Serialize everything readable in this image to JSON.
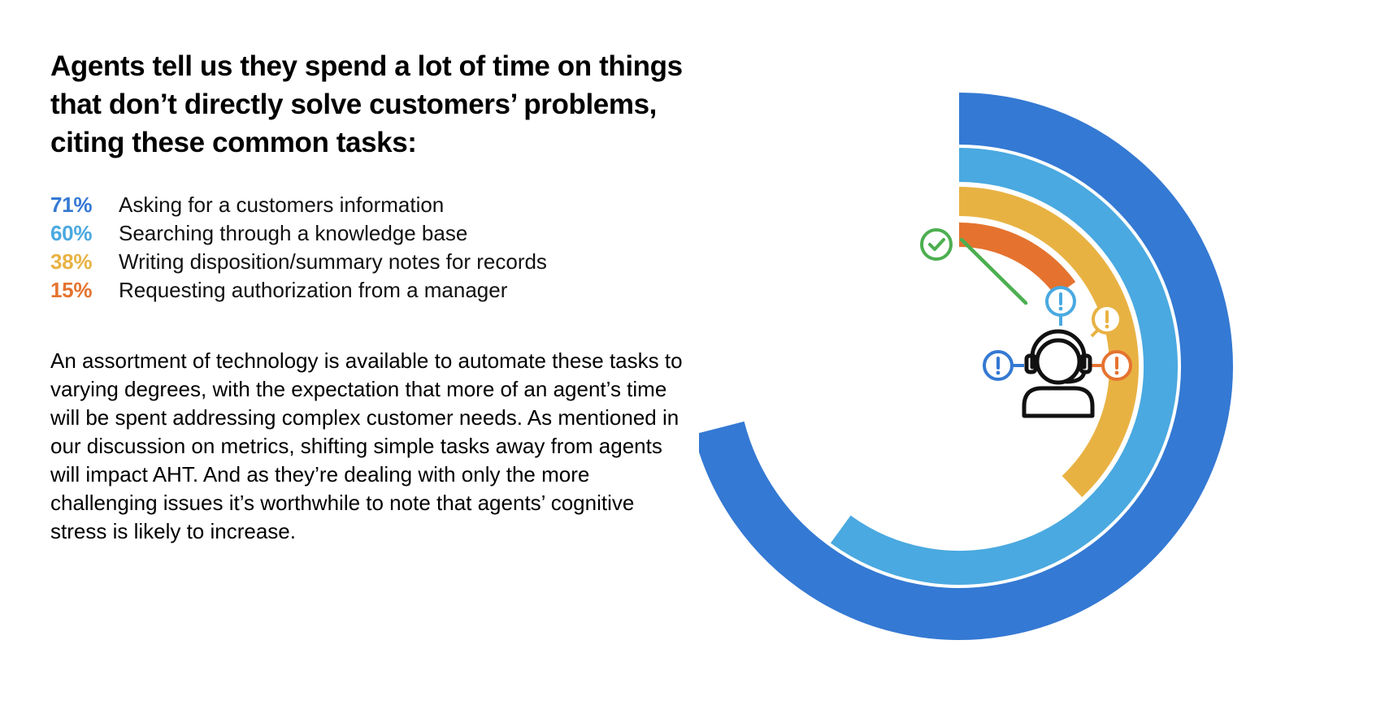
{
  "headline": "Agents tell us they spend a lot of time on things that don’t directly solve customers’ problems, citing these common tasks:",
  "body_text": "An assortment of technology is available to automate these tasks to varying degrees, with the expectation that more of an agent’s time will be spent addressing complex customer needs. As mentioned in our discussion on metrics, shifting simple tasks away from agents will impact AHT. And as they’re dealing with only the more challenging issues it’s worthwhile to note that agents’ cognitive stress is likely to increase.",
  "chart_data": {
    "type": "radial-bar",
    "unit": "%",
    "max": 100,
    "series": [
      {
        "value_label": "71%",
        "value": 71,
        "label": "Asking for a customers information",
        "color": "#3479d3"
      },
      {
        "value_label": "60%",
        "value": 60,
        "label": "Searching through a knowledge base",
        "color": "#4aa9e0"
      },
      {
        "value_label": "38%",
        "value": 38,
        "label": "Writing disposition/summary notes for records",
        "color": "#e8b243"
      },
      {
        "value_label": "15%",
        "value": 15,
        "label": "Requesting authorization from a manager",
        "color": "#e5732f"
      }
    ]
  },
  "icons": {
    "agent": "headset-agent-icon",
    "check": "check-circle-icon",
    "alerts": [
      "exclamation-circle-icon"
    ],
    "colors": {
      "check": "#4caf50",
      "alert_blue": "#3479d3",
      "alert_light_blue": "#4aa9e0",
      "alert_yellow": "#e8b243",
      "alert_orange": "#e5732f",
      "agent": "#111111"
    }
  }
}
